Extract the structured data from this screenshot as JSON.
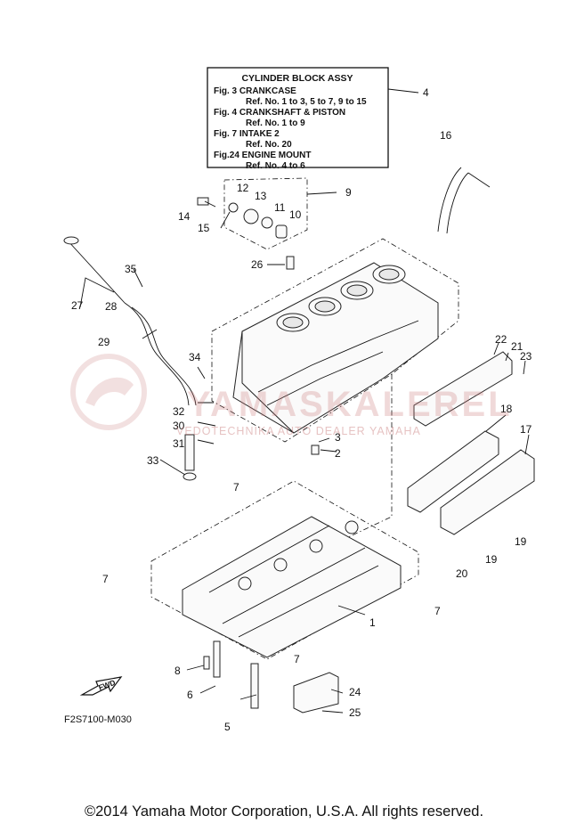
{
  "reference_box": {
    "title": "CYLINDER BLOCK ASSY",
    "lines": [
      "Fig.  3 CRANKCASE",
      "Ref. No. 1 to 3, 5 to 7, 9 to 15",
      "Fig.  4 CRANKSHAFT & PISTON",
      "Ref. No. 1 to 9",
      "Fig.  7 INTAKE 2",
      "Ref. No. 20",
      "Fig.24 ENGINE MOUNT",
      "Ref. No. 4 to 6"
    ]
  },
  "callouts": {
    "c1": "1",
    "c2": "2",
    "c3": "3",
    "c4": "4",
    "c5": "5",
    "c6": "6",
    "c7a": "7",
    "c7b": "7",
    "c7c": "7",
    "c7d": "7",
    "c8": "8",
    "c9": "9",
    "c10": "10",
    "c11": "11",
    "c12": "12",
    "c13": "13",
    "c14": "14",
    "c15": "15",
    "c16": "16",
    "c17": "17",
    "c18": "18",
    "c19a": "19",
    "c19b": "19",
    "c20": "20",
    "c21": "21",
    "c22": "22",
    "c23": "23",
    "c24": "24",
    "c25": "25",
    "c26": "26",
    "c27": "27",
    "c28": "28",
    "c29": "29",
    "c30": "30",
    "c31": "31",
    "c32": "32",
    "c33": "33",
    "c34": "34",
    "c35": "35"
  },
  "fwd_label": "FWD",
  "drawing_code": "F2S7100-M030",
  "watermark": {
    "main": "YAMASKALEREL",
    "sub": "VEDOTECHNIKA AUTO DEALER YAMAHA"
  },
  "copyright": "©2014 Yamaha Motor Corporation, U.S.A. All rights reserved.",
  "colors": {
    "line": "#111111",
    "watermark": "#c87878"
  }
}
